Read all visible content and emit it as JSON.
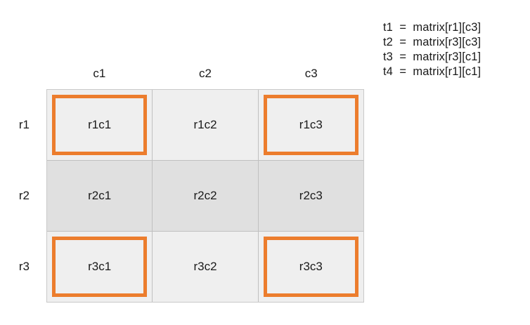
{
  "colors": {
    "highlight": "#ec7d2d",
    "cell_light": "#efefef",
    "cell_shaded": "#e0e0e0",
    "grid_line": "#c0c0c0",
    "grid_border": "#c9c9c9",
    "text": "#1a1a1a"
  },
  "formulas": [
    {
      "text": "t1  =  matrix[r1][c3]"
    },
    {
      "text": "t2  =  matrix[r3][c3]"
    },
    {
      "text": "t3  =  matrix[r3][c1]"
    },
    {
      "text": "t4  =  matrix[r1][c1]"
    }
  ],
  "matrix": {
    "column_headers": [
      "c1",
      "c2",
      "c3"
    ],
    "row_labels": [
      "r1",
      "r2",
      "r3"
    ],
    "rows": [
      {
        "label": "r1",
        "shaded": false,
        "cells": [
          {
            "label": "r1c1",
            "highlighted": true
          },
          {
            "label": "r1c2",
            "highlighted": false
          },
          {
            "label": "r1c3",
            "highlighted": true
          }
        ]
      },
      {
        "label": "r2",
        "shaded": true,
        "cells": [
          {
            "label": "r2c1",
            "highlighted": false
          },
          {
            "label": "r2c2",
            "highlighted": false
          },
          {
            "label": "r2c3",
            "highlighted": false
          }
        ]
      },
      {
        "label": "r3",
        "shaded": false,
        "cells": [
          {
            "label": "r3c1",
            "highlighted": true
          },
          {
            "label": "r3c2",
            "highlighted": false
          },
          {
            "label": "r3c3",
            "highlighted": true
          }
        ]
      }
    ]
  }
}
